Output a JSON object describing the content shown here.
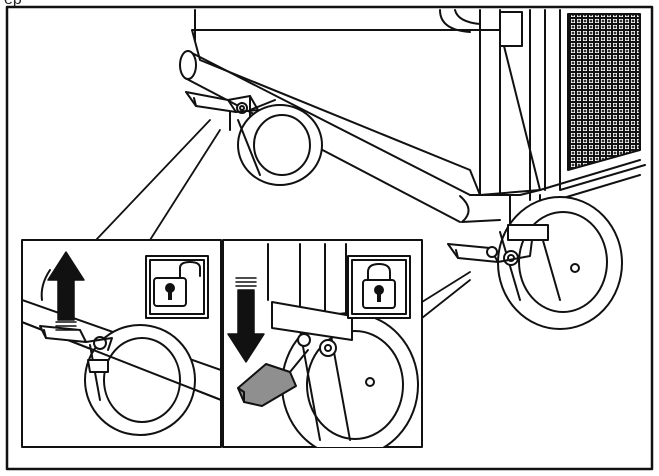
{
  "figure": {
    "top_clipped_text": "ep",
    "insets": [
      {
        "state": "unlocked",
        "icon": "padlock-open-icon",
        "arrow": "up"
      },
      {
        "state": "locked",
        "icon": "padlock-closed-icon",
        "arrow": "down"
      }
    ],
    "colors": {
      "line": "#111111",
      "pedal_highlight": "#8f8f8f",
      "background": "#ffffff"
    }
  }
}
